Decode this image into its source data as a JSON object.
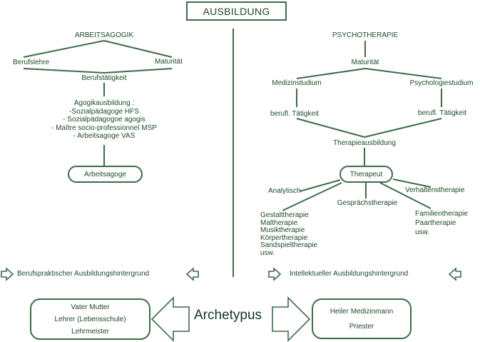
{
  "title": "AUSBILDUNG",
  "left": {
    "heading": "ARBEITSAGOGIK",
    "berufslehre": "Berufslehre",
    "maturitaet": "Maturität",
    "berufstaetigkeit": "Berufstätigkeit",
    "agogik": [
      "Agogikausbildung :",
      "-Sozialpädagoge HFS",
      "- Sozialpädagogoe agogis",
      "- Maître socio-professionnel MSP",
      "- Arbeitsagoge VAS"
    ],
    "result": "Arbeitsagoge",
    "background": "Berufspraktischer Ausbildungshintergrund"
  },
  "right": {
    "heading": "PSYCHOTHERAPIE",
    "maturitaet": "Maturität",
    "medizin": "Medizinstudium",
    "psychologie": "Psychologiestudium",
    "taetigkeit_left": "berufl. Tätigkeit",
    "taetigkeit_right": "berufl. Tätigkeit",
    "therapieausbildung": "Therapieausbildung",
    "result": "Therapeut",
    "analytisch": "Analytisch",
    "verhaltenstherapie": "Verhaltenstherapie",
    "gespraechstherapie": "Gesprächstherapie",
    "therapies_left": [
      "Gestalttherapie",
      "Maltherapie",
      "Musiktherapie",
      "Körpertherapie",
      "Sandspieltherapie",
      "usw."
    ],
    "therapies_right": [
      "Familientherapie",
      "Paartherapie",
      "usw."
    ],
    "background": "Intellektueller Ausbildungshintergrund"
  },
  "bottom": {
    "left_box": [
      "Vater Mutter",
      "Lehrer (Lebensschule)",
      "Lehrmeister"
    ],
    "archetypus": "Archetypus",
    "right_box": [
      "Heiler Medizinmann",
      "Priester"
    ]
  },
  "colors": {
    "line": "#3d6b48",
    "text": "#1f4a2a",
    "background": "#ffffff"
  }
}
